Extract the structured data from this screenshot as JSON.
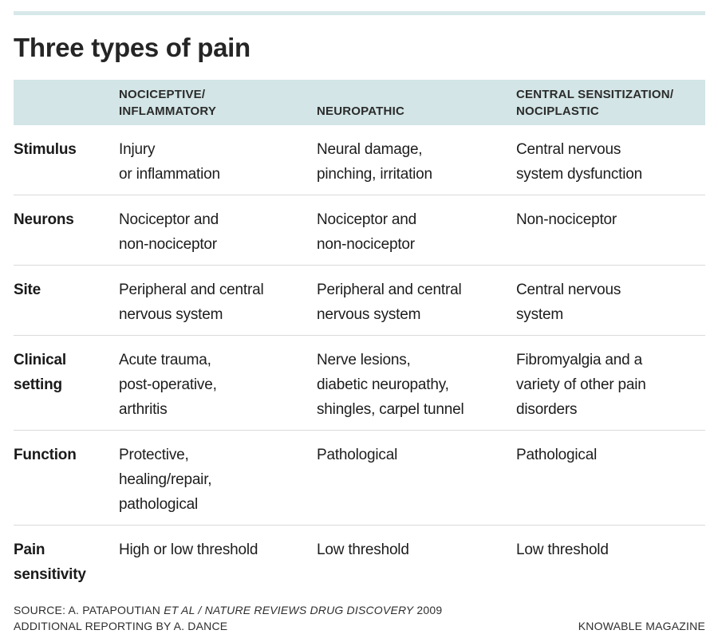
{
  "page": {
    "title": "Three types of pain"
  },
  "table": {
    "header": {
      "cols": [
        "NOCICEPTIVE/\nINFLAMMATORY",
        "NEUROPATHIC",
        "CENTRAL SENSITIZATION/\nNOCIPLASTIC"
      ]
    },
    "rows": [
      {
        "label": "Stimulus",
        "cells": [
          "Injury\nor inflammation",
          "Neural damage,\npinching, irritation",
          "Central nervous\nsystem dysfunction"
        ]
      },
      {
        "label": "Neurons",
        "cells": [
          "Nociceptor and\nnon-nociceptor",
          "Nociceptor and\nnon-nociceptor",
          "Non-nociceptor"
        ]
      },
      {
        "label": "Site",
        "cells": [
          "Peripheral and central\nnervous system",
          "Peripheral and central\nnervous system",
          "Central nervous\nsystem"
        ]
      },
      {
        "label": "Clinical\nsetting",
        "cells": [
          "Acute trauma,\npost-operative,\narthritis",
          "Nerve lesions,\ndiabetic neuropathy,\nshingles, carpel tunnel",
          "Fibromyalgia and a\nvariety of other pain\ndisorders"
        ]
      },
      {
        "label": "Function",
        "cells": [
          "Protective,\nhealing/repair,\npathological",
          "Pathological",
          "Pathological"
        ]
      },
      {
        "label": "Pain\nsensitivity",
        "cells": [
          "High or low threshold",
          "Low threshold",
          "Low threshold"
        ]
      }
    ]
  },
  "footer": {
    "source_prefix": "SOURCE: A. PATAPOUTIAN ",
    "source_italic": "ET AL / NATURE REVIEWS DRUG DISCOVERY",
    "source_suffix": " 2009",
    "additional_reporting": "ADDITIONAL REPORTING BY A. DANCE",
    "magazine": "KNOWABLE MAGAZINE"
  },
  "colors": {
    "header_background": "#d3e5e6",
    "top_bar": "#d7e8e9",
    "divider": "#dadada",
    "text": "#1d1d1d"
  },
  "chart_data": {
    "type": "table",
    "title": "Three types of pain",
    "columns": [
      "NOCICEPTIVE/INFLAMMATORY",
      "NEUROPATHIC",
      "CENTRAL SENSITIZATION/NOCIPLASTIC"
    ],
    "row_labels": [
      "Stimulus",
      "Neurons",
      "Site",
      "Clinical setting",
      "Function",
      "Pain sensitivity"
    ],
    "rows": [
      [
        "Injury or inflammation",
        "Neural damage, pinching, irritation",
        "Central nervous system dysfunction"
      ],
      [
        "Nociceptor and non-nociceptor",
        "Nociceptor and non-nociceptor",
        "Non-nociceptor"
      ],
      [
        "Peripheral and central nervous system",
        "Peripheral and central nervous system",
        "Central nervous system"
      ],
      [
        "Acute trauma, post-operative, arthritis",
        "Nerve lesions, diabetic neuropathy, shingles, carpel tunnel",
        "Fibromyalgia and a variety of other pain disorders"
      ],
      [
        "Protective, healing/repair, pathological",
        "Pathological",
        "Pathological"
      ],
      [
        "High or low threshold",
        "Low threshold",
        "Low threshold"
      ]
    ],
    "source": "SOURCE: A. PATAPOUTIAN ET AL / NATURE REVIEWS DRUG DISCOVERY 2009",
    "additional_reporting": "ADDITIONAL REPORTING BY A. DANCE",
    "credit": "KNOWABLE MAGAZINE"
  }
}
